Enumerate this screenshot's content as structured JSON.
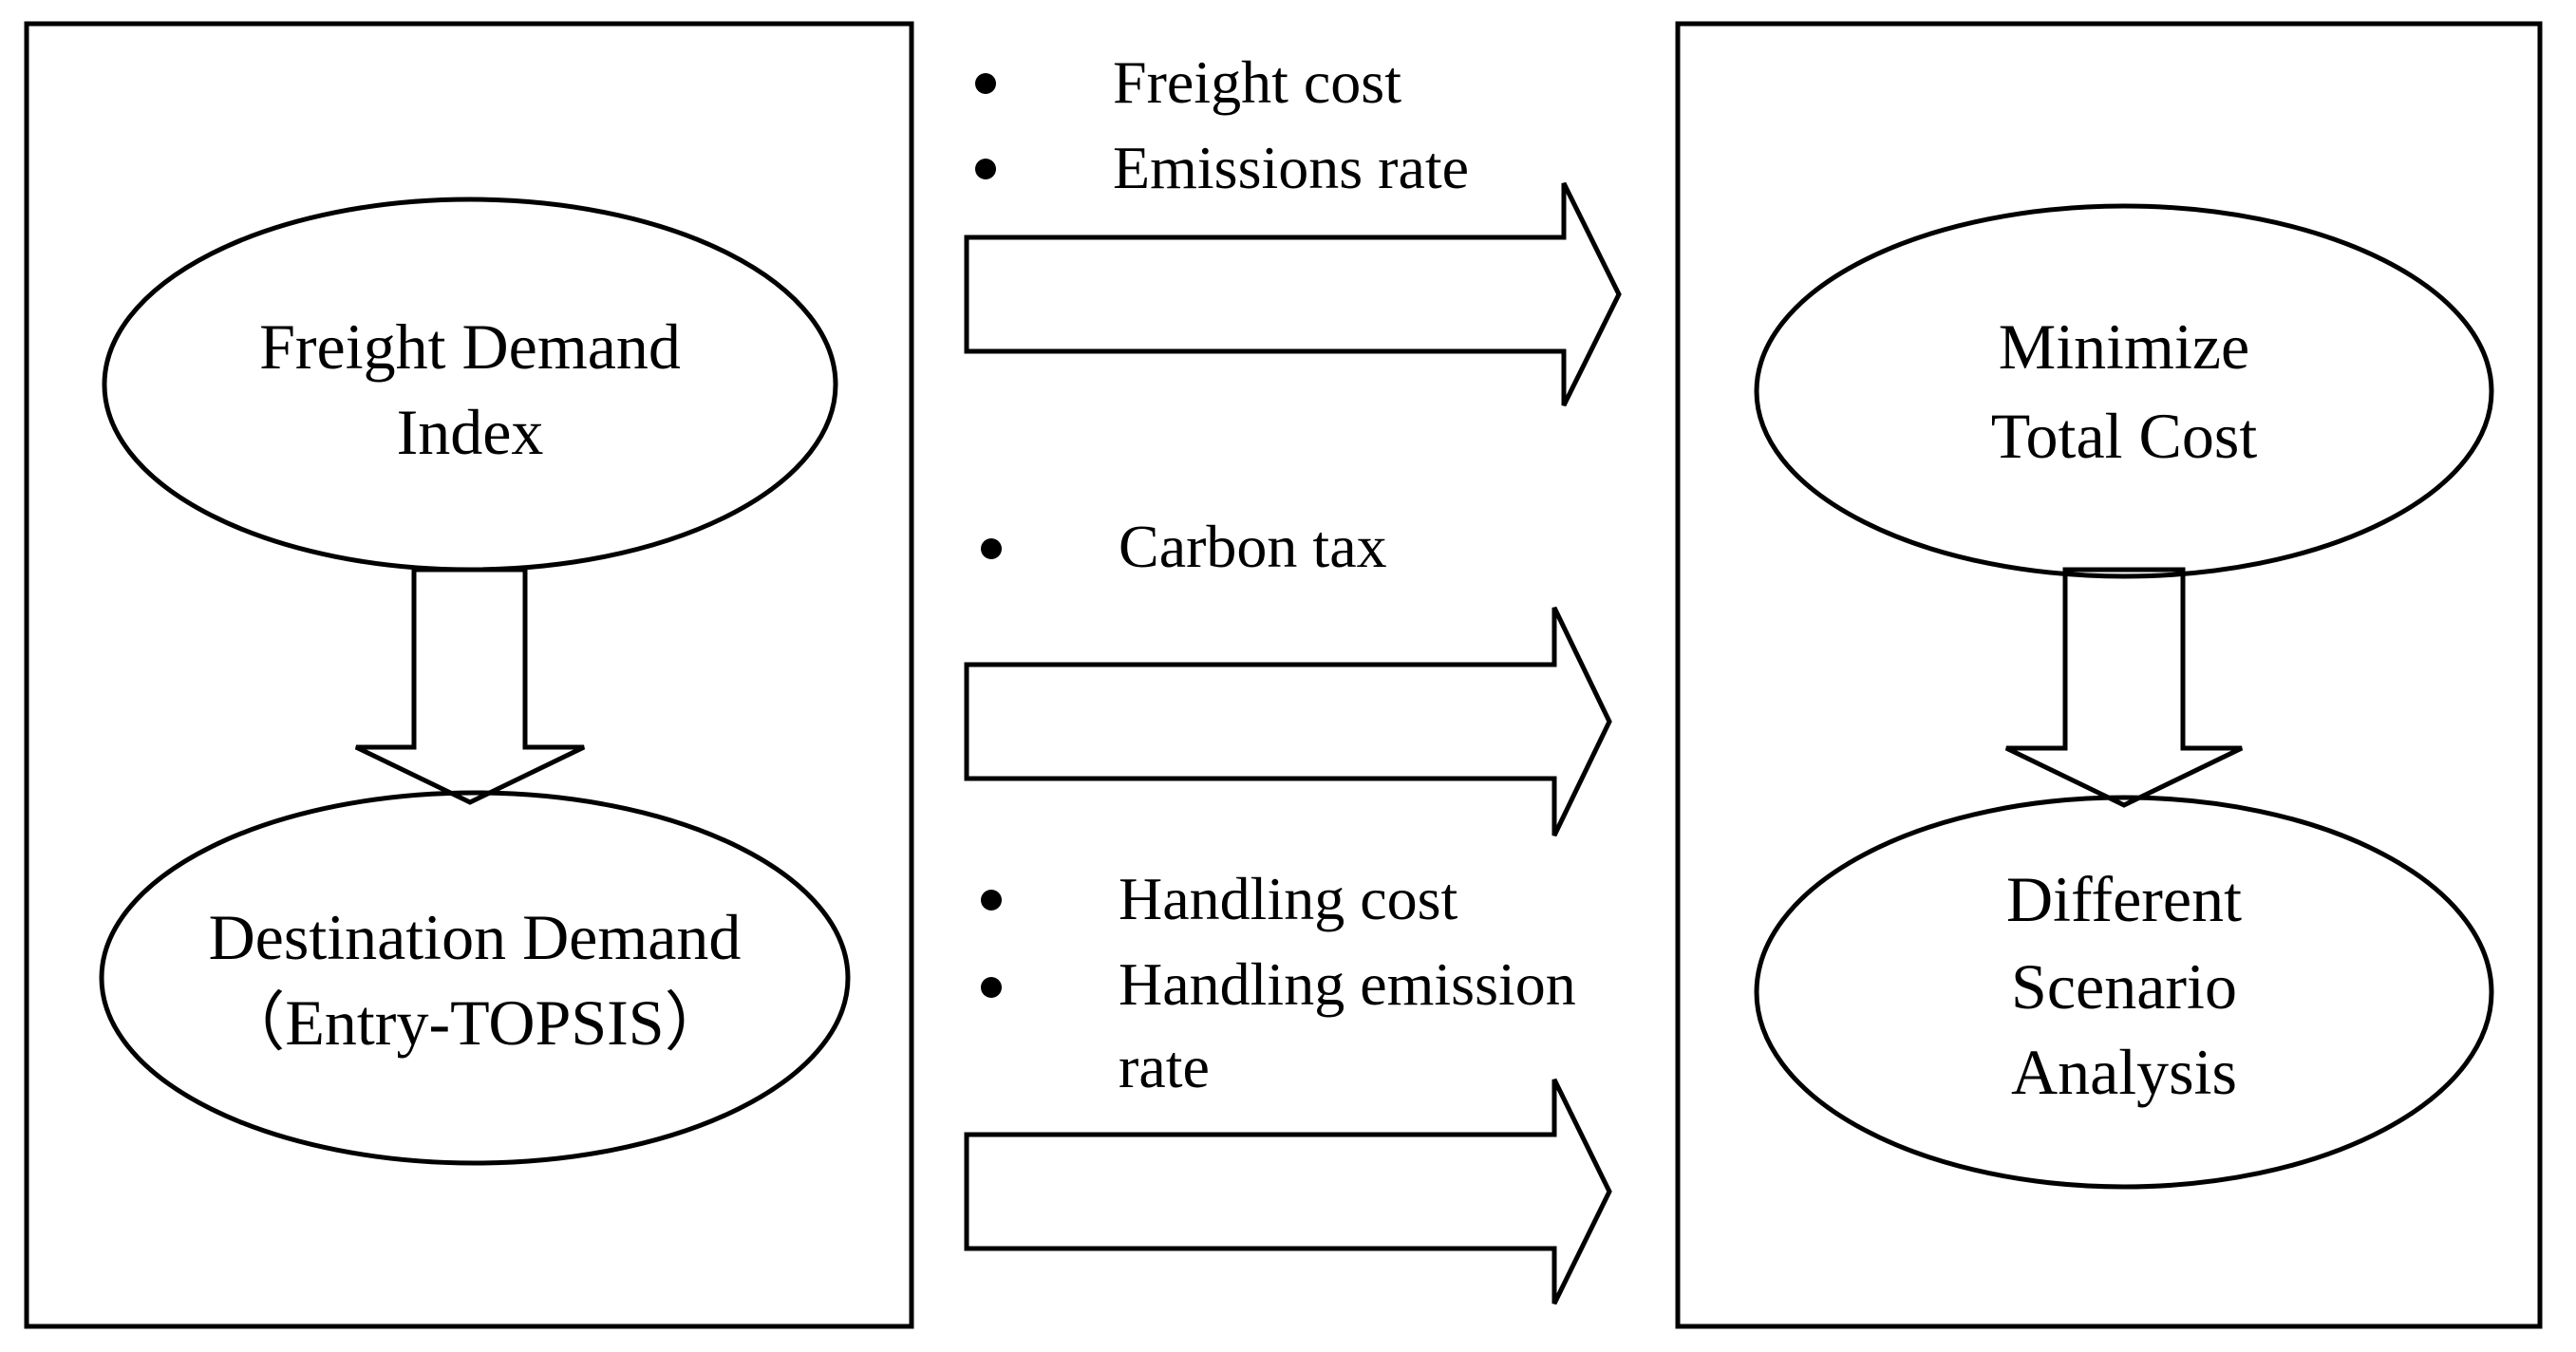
{
  "left_panel": {
    "top_ellipse": {
      "lines": [
        "Freight Demand",
        "Index"
      ]
    },
    "bottom_ellipse": {
      "lines": [
        "Destination Demand",
        "（Entry-TOPSIS）"
      ]
    }
  },
  "right_panel": {
    "top_ellipse": {
      "lines": [
        "Minimize",
        "Total Cost"
      ]
    },
    "bottom_ellipse": {
      "lines": [
        "Different",
        "Scenario",
        "Analysis"
      ]
    }
  },
  "middle": {
    "group1": {
      "bullets": [
        "Freight cost",
        "Emissions rate"
      ]
    },
    "group2": {
      "bullets": [
        "Carbon tax"
      ]
    },
    "group3": {
      "bullets": [
        "Handling cost",
        "Handling emission"
      ],
      "continuation": "rate"
    }
  },
  "colors": {
    "stroke": "#000000",
    "background": "#ffffff"
  }
}
